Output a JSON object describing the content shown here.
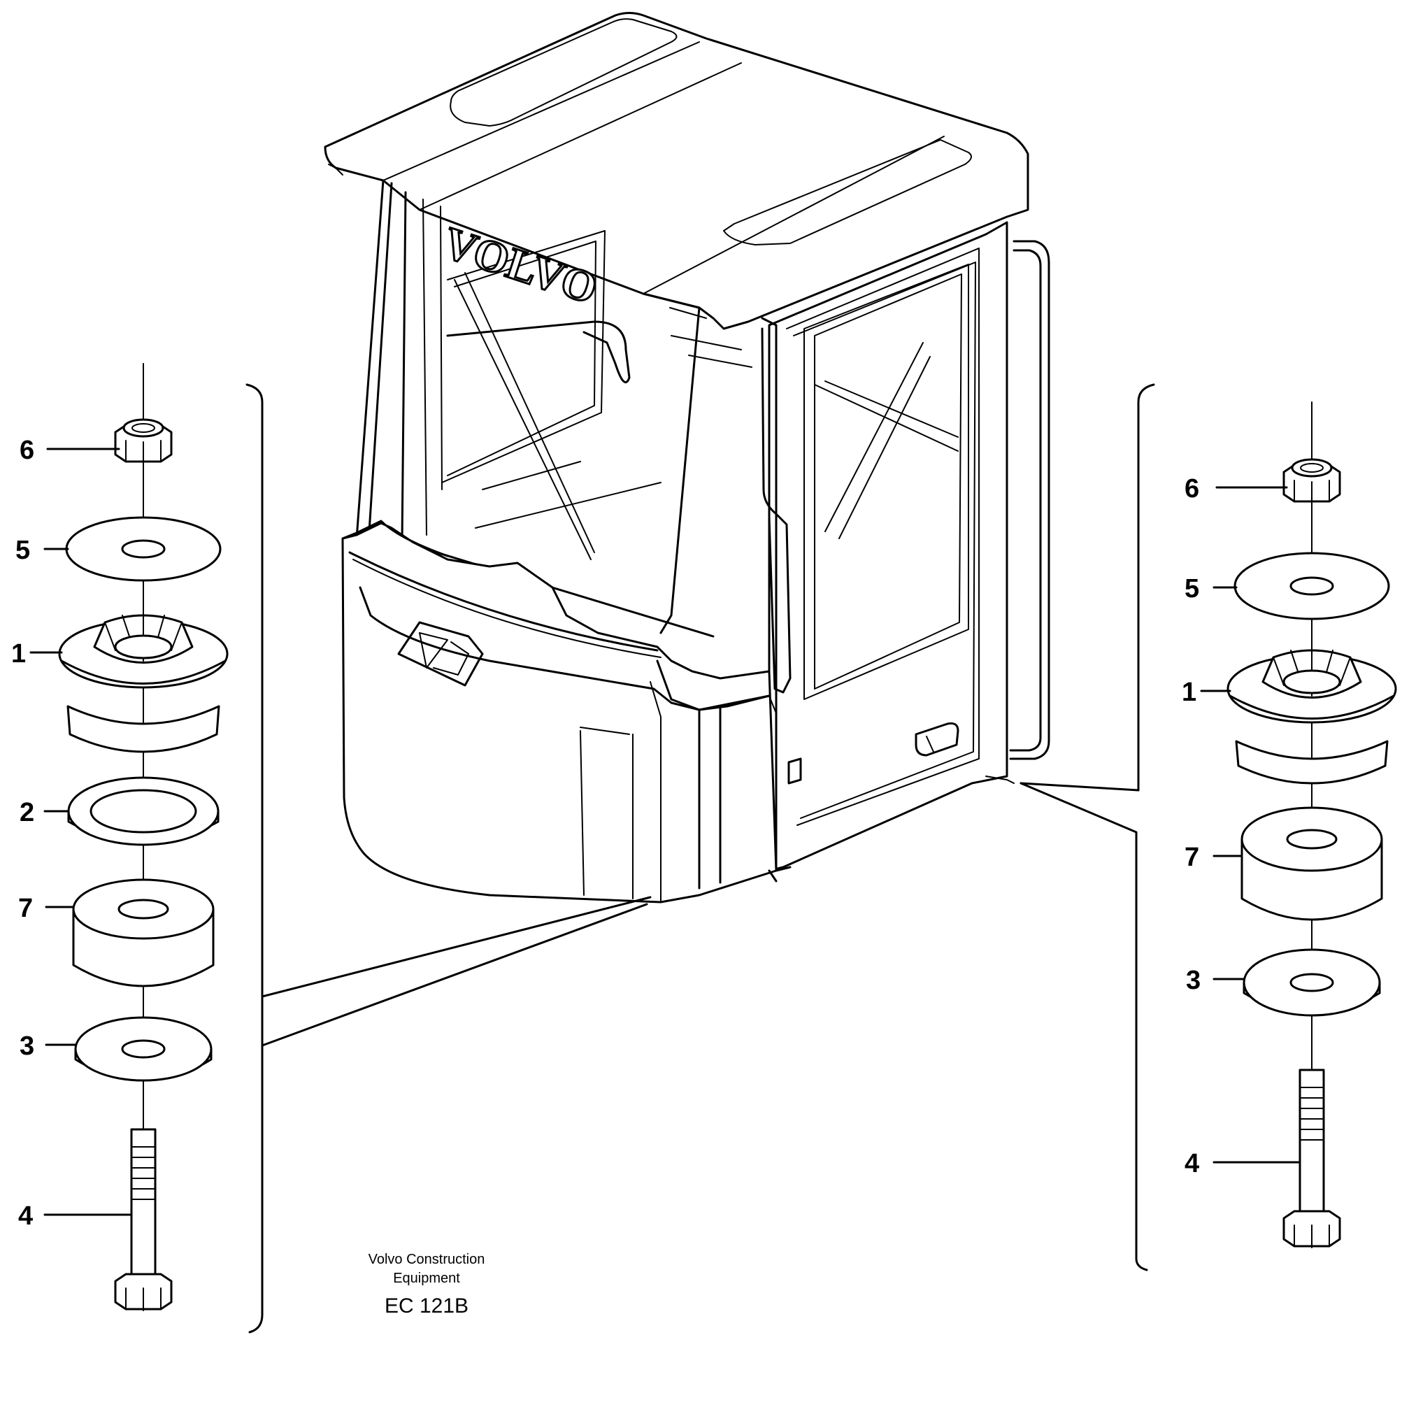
{
  "brand_logo": "VOLVO",
  "callouts": {
    "left": {
      "nut": "6",
      "washer": "5",
      "rubber_mount": "1",
      "spacer_ring": "2",
      "rubber_cushion": "7",
      "lower_washer": "3",
      "bolt": "4"
    },
    "right": {
      "nut": "6",
      "washer": "5",
      "rubber_mount": "1",
      "rubber_cushion": "7",
      "lower_washer": "3",
      "bolt": "4"
    }
  },
  "caption": {
    "line1": "Volvo Construction",
    "line2": "Equipment",
    "code": "EC 121B"
  }
}
